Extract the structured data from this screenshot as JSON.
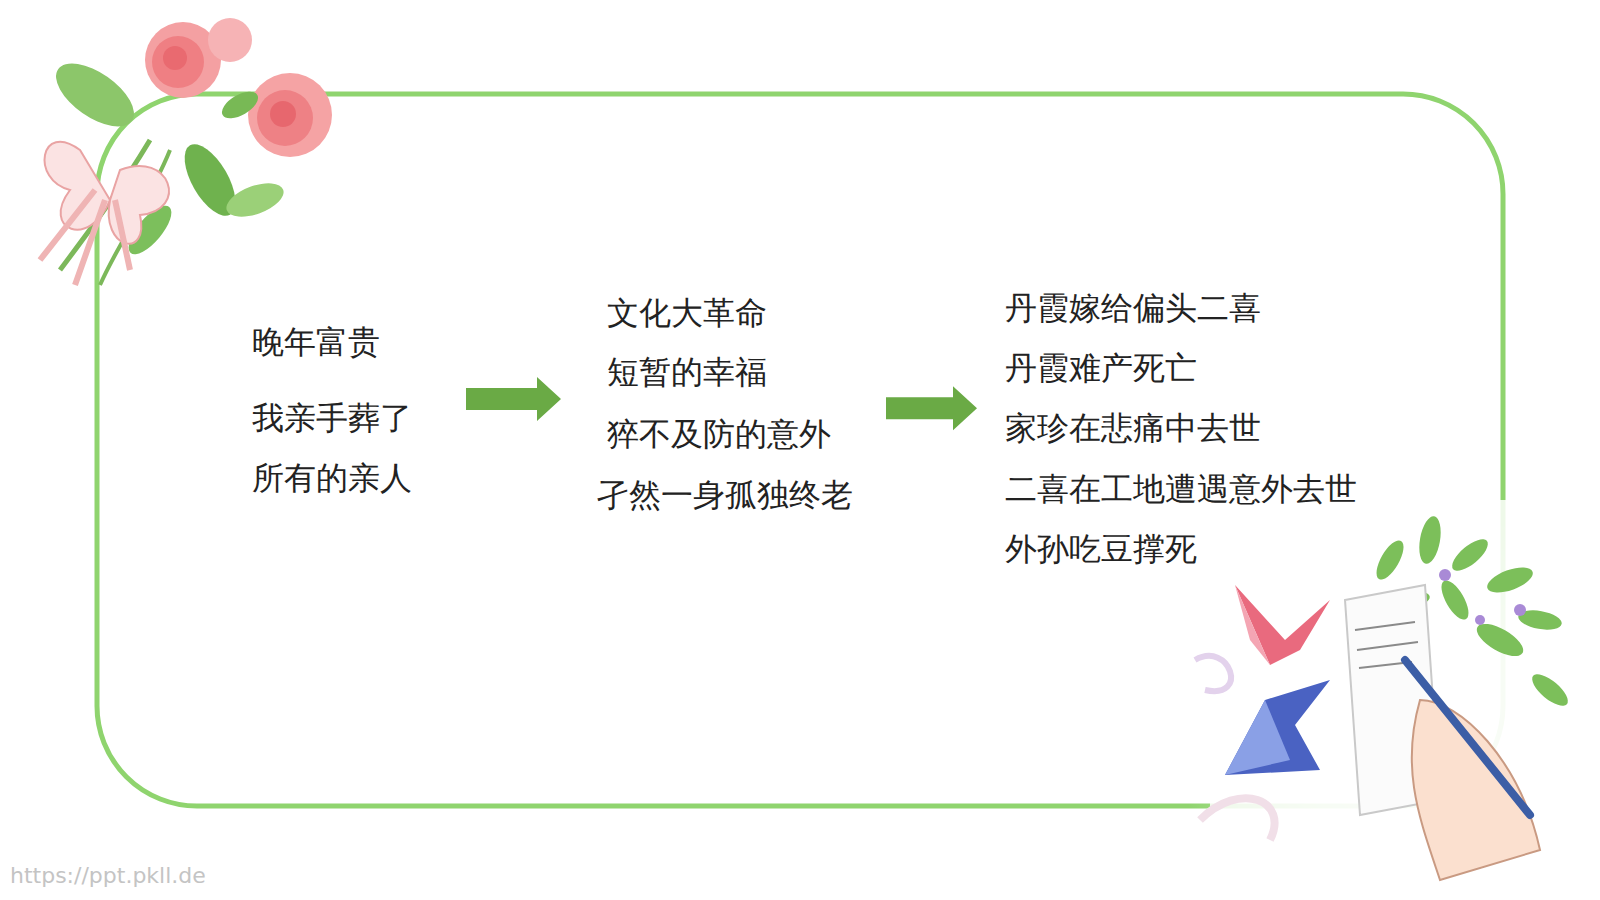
{
  "diagram": {
    "nodes": [
      {
        "text": [
          "晚年富贵",
          "我亲手葬了",
          "所有的亲人"
        ]
      },
      {
        "text": [
          "文化大革命",
          "短暂的幸福",
          "猝不及防的意外",
          "孑然一身孤独终老"
        ]
      },
      {
        "text": [
          "丹霞嫁给偏头二喜",
          "丹霞难产死亡",
          "家珍在悲痛中去世",
          "二喜在工地遭遇意外去世",
          "外孙吃豆撑死"
        ]
      }
    ],
    "edges": [
      {
        "from": 0,
        "to": 1,
        "arrow": "to"
      },
      {
        "from": 1,
        "to": 2,
        "arrow": "to"
      }
    ],
    "labels": [
      "https://ppt.pkll.de"
    ]
  }
}
